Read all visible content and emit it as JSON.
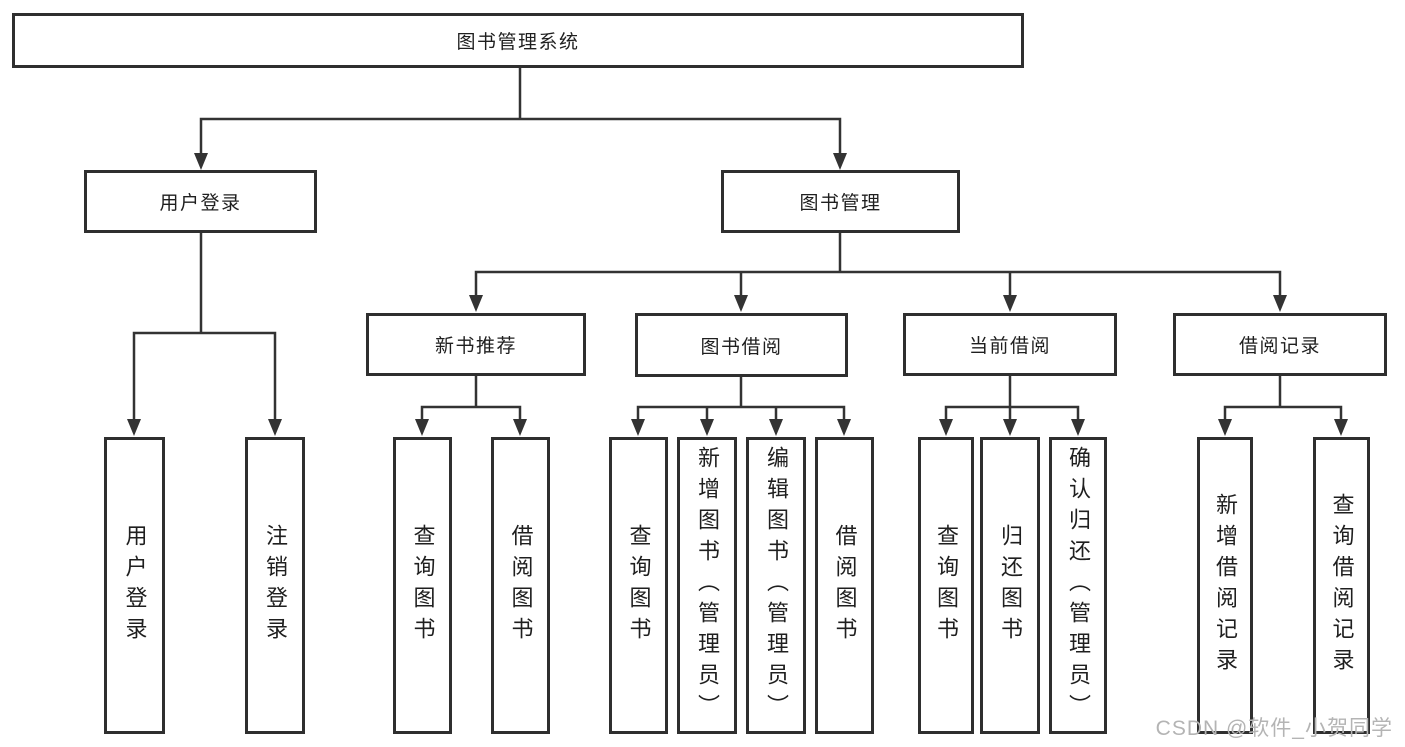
{
  "nodes": {
    "root": {
      "label": "图书管理系统"
    },
    "branches": [
      {
        "label": "用户登录"
      },
      {
        "label": "图书管理"
      }
    ],
    "modules": [
      {
        "label": "新书推荐"
      },
      {
        "label": "图书借阅"
      },
      {
        "label": "当前借阅"
      },
      {
        "label": "借阅记录"
      }
    ],
    "leaves": [
      {
        "label": "用户登录"
      },
      {
        "label": "注销登录"
      },
      {
        "label": "查询图书"
      },
      {
        "label": "借阅图书"
      },
      {
        "label": "查询图书"
      },
      {
        "label": "新增图书（管理员）"
      },
      {
        "label": "编辑图书（管理员）"
      },
      {
        "label": "借阅图书"
      },
      {
        "label": "查询图书"
      },
      {
        "label": "归还图书"
      },
      {
        "label": "确认归还（管理员）"
      },
      {
        "label": "新增借阅记录"
      },
      {
        "label": "查询借阅记录"
      }
    ]
  },
  "hierarchy": {
    "图书管理系统": {
      "用户登录": [
        "用户登录",
        "注销登录"
      ],
      "图书管理": {
        "新书推荐": [
          "查询图书",
          "借阅图书"
        ],
        "图书借阅": [
          "查询图书",
          "新增图书（管理员）",
          "编辑图书（管理员）",
          "借阅图书"
        ],
        "当前借阅": [
          "查询图书",
          "归还图书",
          "确认归还（管理员）"
        ],
        "借阅记录": [
          "新增借阅记录",
          "查询借阅记录"
        ]
      }
    }
  },
  "watermark": {
    "text": "CSDN @软件_小贺同学"
  },
  "colors": {
    "line": "#333333",
    "box_border": "#2f2f2f",
    "text": "#1f1f1f",
    "background": "#ffffff",
    "watermark": "#b4b4b4"
  }
}
